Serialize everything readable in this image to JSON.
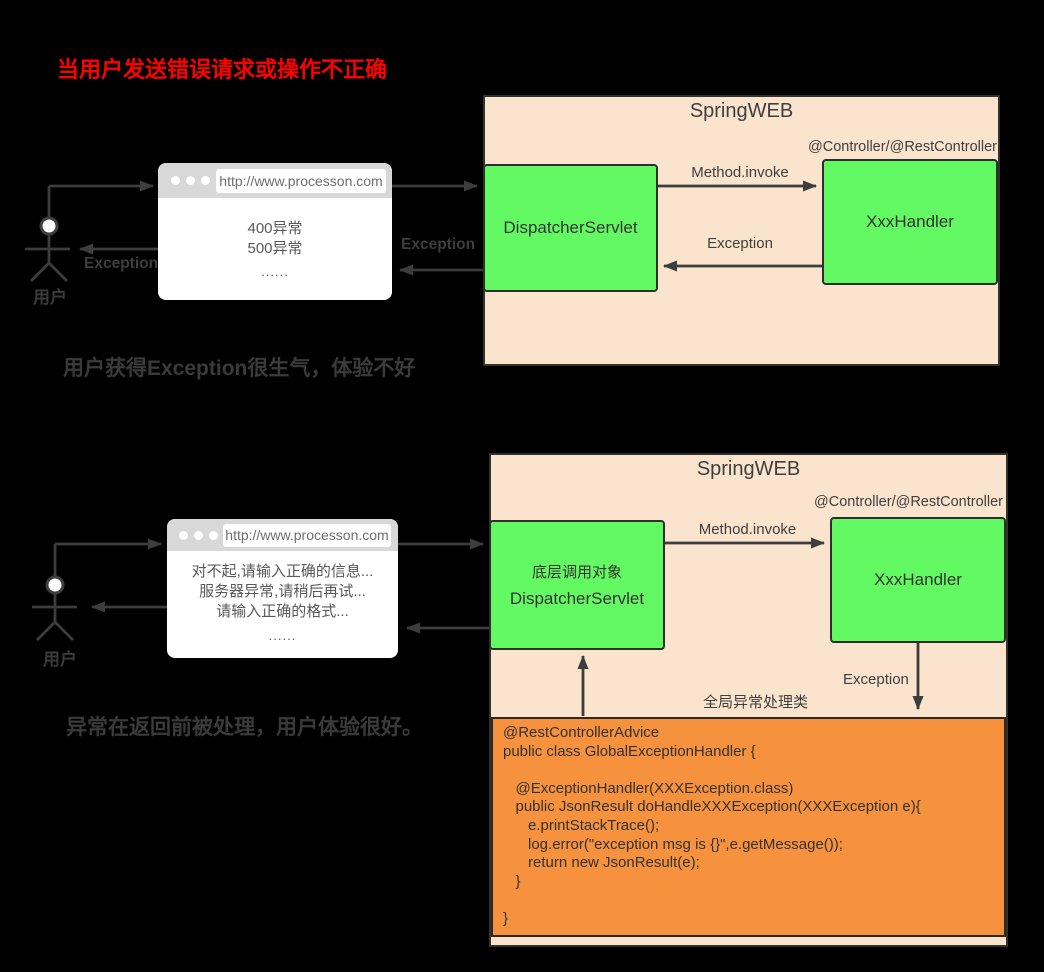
{
  "page_title": "Spring 异常处理流程示意图",
  "colors": {
    "bg": "#000000",
    "red": "#ff0000",
    "peach": "#fae4cd",
    "green": "#63f963",
    "orange": "#f6923d",
    "border": "#33312b",
    "ink": "#3f3f3f",
    "caption": "#3a3a3a",
    "arrow": "#3d3d3d",
    "browser-header": "#d8d8d8",
    "browser-text": "#595959",
    "url-text": "#6e6e6e",
    "code-ink": "#323232"
  },
  "top": {
    "heading": "当用户发送错误请求或操作不正确",
    "actor_label": "用户",
    "exception_to_user_label": "Exception",
    "exception_to_browser_label": "Exception",
    "browser": {
      "url": "http://www.processon.com",
      "lines": [
        "400异常",
        "500异常"
      ],
      "ellipsis": "......"
    },
    "spring": {
      "title": "SpringWEB",
      "controller_note": "@Controller/@RestController",
      "dispatcher_label": "DispatcherServlet",
      "handler_label": "XxxHandler",
      "invoke_label": "Method.invoke",
      "exception_label": "Exception"
    },
    "caption": "用户获得Exception很生气，体验不好"
  },
  "bottom": {
    "actor_label": "用户",
    "browser": {
      "url": "http://www.processon.com",
      "lines": [
        "对不起,请输入正确的信息...",
        "服务器异常,请稍后再试...",
        "请输入正确的格式..."
      ],
      "ellipsis": "......"
    },
    "spring": {
      "title": "SpringWEB",
      "controller_note": "@Controller/@RestController",
      "dispatcher_sub_label": "底层调用对象",
      "dispatcher_label": "DispatcherServlet",
      "handler_label": "XxxHandler",
      "invoke_label": "Method.invoke",
      "exception_label": "Exception",
      "global_handler_label": "全局异常处理类",
      "code": "@RestControllerAdvice\npublic class GlobalExceptionHandler {\n\n   @ExceptionHandler(XXXException.class)\n   public JsonResult doHandleXXXException(XXXException e){\n      e.printStackTrace();\n      log.error(\"exception msg is {}\",e.getMessage());\n      return new JsonResult(e);\n   }\n\n}"
    },
    "caption": "异常在返回前被处理，用户体验很好。"
  }
}
